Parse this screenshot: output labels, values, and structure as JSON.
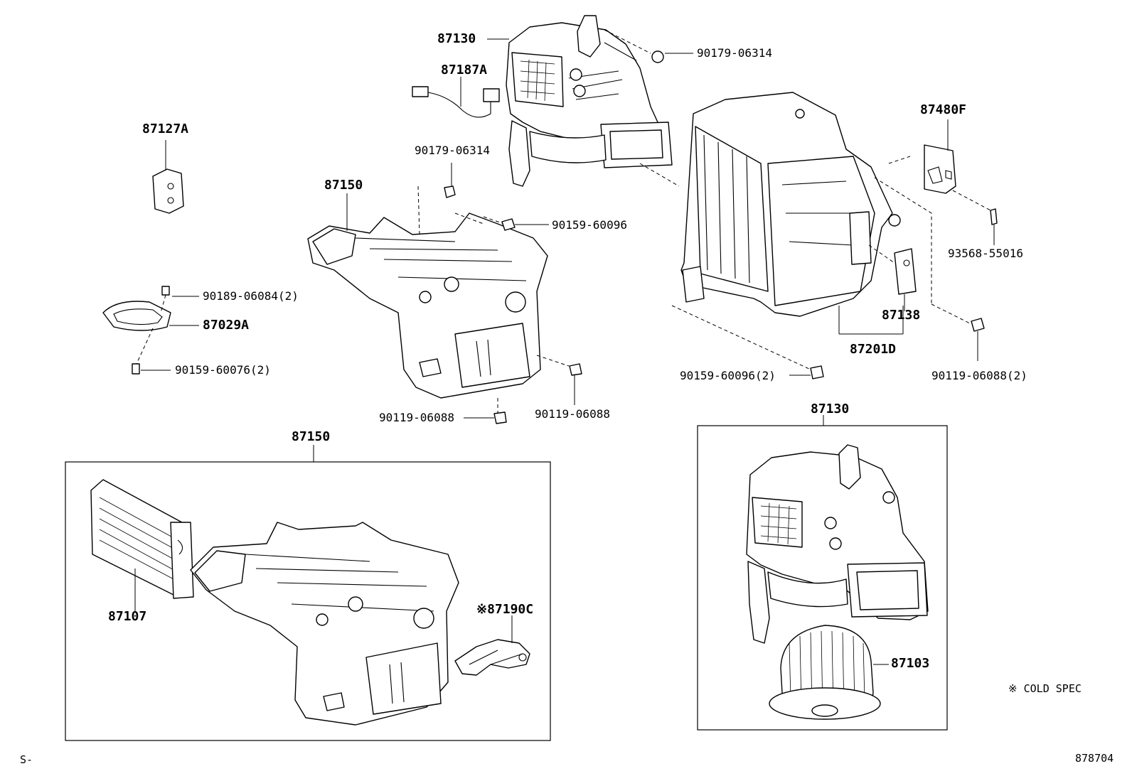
{
  "labels": {
    "top_blower": "87130",
    "top_blower_nut": "90179-06314",
    "wire_harness": "87187A",
    "pad": "87127A",
    "case_nut": "90179-06314",
    "heater_unit": "87150",
    "case_screw": "90159-60096",
    "gasket_screw": "90189-06084(2)",
    "gasket": "87029A",
    "gasket_bolt": "90159-60076(2)",
    "bolt_left": "90119-06088",
    "bolt_right": "90119-06088",
    "evap_bolt": "90159-60096(2)",
    "resistor": "87138",
    "evap_unit": "87201D",
    "evap_bolt_right": "90119-06088(2)",
    "amplifier": "87480F",
    "amp_screw": "93568-55016",
    "box_heater": "87150",
    "heater_core": "87107",
    "cold_spec_part": "※87190C",
    "box_blower": "87130",
    "blower_motor": "87103",
    "note": "※ COLD SPEC",
    "corner_left": "S-",
    "corner_right": "878704"
  }
}
